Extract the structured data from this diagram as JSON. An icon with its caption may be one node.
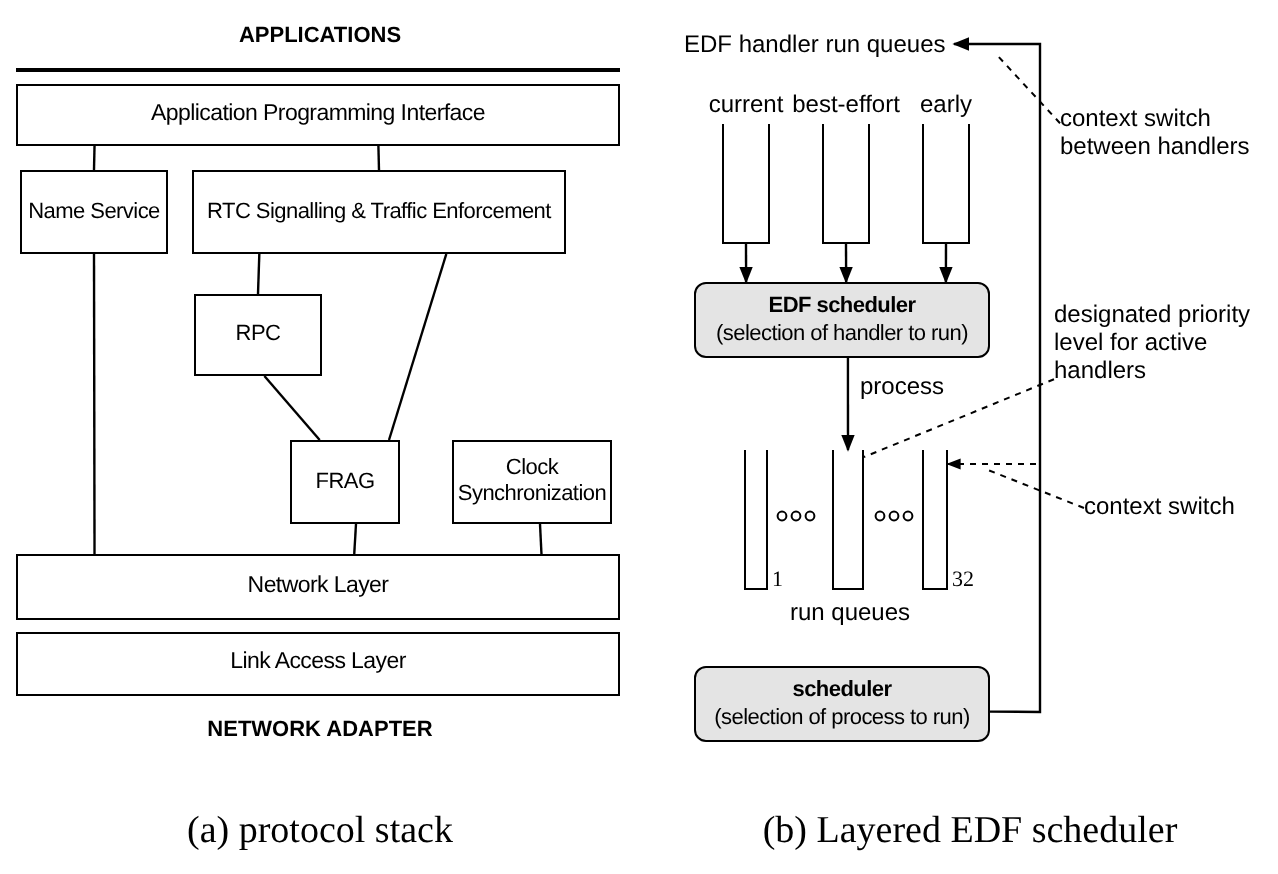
{
  "diagram": {
    "nodes": [
      {
        "text": [
          "Application Programming Interface"
        ]
      },
      {
        "text": [
          "Name Service"
        ]
      },
      {
        "text": [
          "RTC Signalling & Traffic Enforcement"
        ]
      },
      {
        "text": [
          "RPC"
        ]
      },
      {
        "text": [
          "FRAG"
        ]
      },
      {
        "text": [
          "Clock Synchronization"
        ]
      },
      {
        "text": [
          "Network Layer"
        ]
      },
      {
        "text": [
          "Link Access Layer"
        ]
      },
      {
        "text": [
          "EDF handler run queues"
        ]
      },
      {
        "text": [
          "current"
        ]
      },
      {
        "text": [
          "best-effort"
        ]
      },
      {
        "text": [
          "early"
        ]
      },
      {
        "text": [
          "EDF scheduler",
          "(selection of handler to run)"
        ]
      },
      {
        "text": [],
        "shape": "box",
        "beside": [
          "1"
        ]
      },
      {
        "text": [],
        "shape": "box"
      },
      {
        "text": [],
        "shape": "box",
        "beside": [
          "32"
        ]
      },
      {
        "text": [
          "scheduler",
          "(selection of process to run)"
        ]
      },
      {
        "text": [
          "context switch between handlers"
        ]
      },
      {
        "text": [
          "designated priority level for active handlers"
        ]
      },
      {
        "text": [
          "context switch"
        ]
      }
    ],
    "edges": [
      {
        "from": 0,
        "to": 1,
        "arrow": "none"
      },
      {
        "from": 0,
        "to": 2,
        "arrow": "none"
      },
      {
        "from": 1,
        "to": 6,
        "arrow": "none"
      },
      {
        "from": 2,
        "to": 3,
        "arrow": "none"
      },
      {
        "from": 2,
        "to": 4,
        "arrow": "none"
      },
      {
        "from": 3,
        "to": 4,
        "arrow": "none"
      },
      {
        "from": 4,
        "to": 6,
        "arrow": "none"
      },
      {
        "from": 5,
        "to": 6,
        "arrow": "none"
      },
      {
        "from": 9,
        "to": 12,
        "arrow": "to"
      },
      {
        "from": 10,
        "to": 12,
        "arrow": "to"
      },
      {
        "from": 11,
        "to": 12,
        "arrow": "to"
      },
      {
        "from": 12,
        "to": 14,
        "arrow": "to",
        "label": "process"
      },
      {
        "from": 16,
        "to": 8,
        "arrow": "to"
      },
      {
        "from": null,
        "to": 15,
        "arrow": "to",
        "style": "dashed"
      },
      {
        "from": 17,
        "to": null,
        "arrow": "none",
        "style": "dashed"
      },
      {
        "from": 18,
        "to": 14,
        "arrow": "none",
        "style": "dashed"
      },
      {
        "from": 19,
        "to": null,
        "arrow": "none",
        "style": "dashed"
      }
    ],
    "labels": [
      "APPLICATIONS",
      "NETWORK ADAPTER",
      "run queues",
      "(a) protocol stack",
      "(b) Layered EDF scheduler"
    ]
  }
}
